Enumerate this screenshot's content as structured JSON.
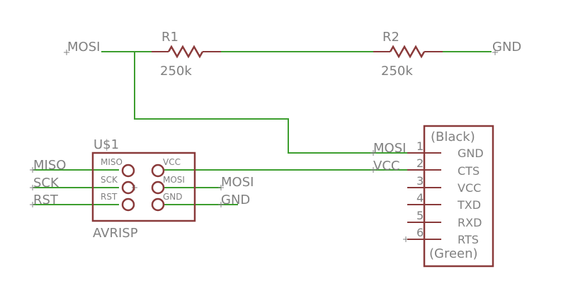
{
  "nets": {
    "mosi_top": "MOSI",
    "gnd_top": "GND",
    "miso_left": "MISO",
    "sck_left": "SCK",
    "rst_left": "RST",
    "mosi_isp": "MOSI",
    "gnd_isp": "GND",
    "mosi_conn": "MOSI",
    "vcc_conn": "VCC"
  },
  "r1": {
    "name": "R1",
    "value": "250k"
  },
  "r2": {
    "name": "R2",
    "value": "250k"
  },
  "isp": {
    "name": "U$1",
    "value": "AVRISP",
    "pins_left": [
      "MISO",
      "SCK",
      "RST"
    ],
    "pins_right": [
      "VCC",
      "MOSI",
      "GND"
    ]
  },
  "header": {
    "top_label": "(Black)",
    "bottom_label": "(Green)",
    "pin_numbers": [
      "1",
      "2",
      "3",
      "4",
      "5",
      "6"
    ],
    "pin_names": [
      "GND",
      "CTS",
      "VCC",
      "TXD",
      "RXD",
      "RTS"
    ]
  },
  "colors": {
    "wire": "#3d9e2f",
    "part": "#8a3a3a",
    "text": "#808080"
  }
}
